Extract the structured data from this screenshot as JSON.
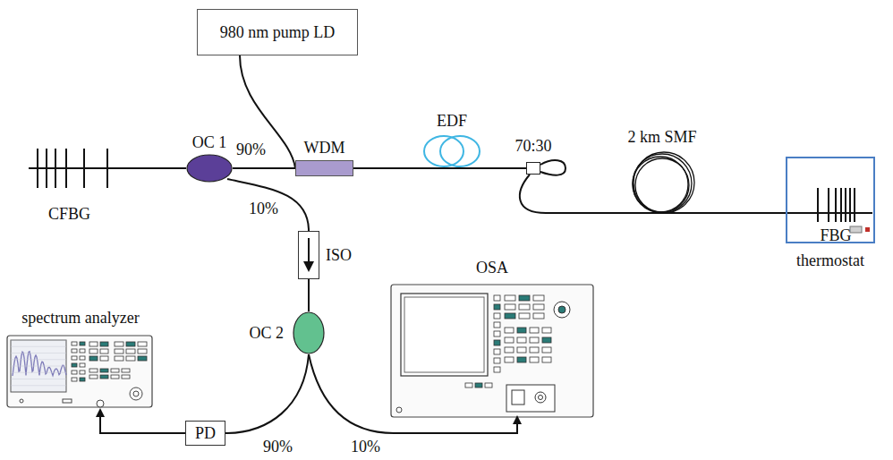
{
  "diagram": {
    "nodes": [
      {
        "text": [
          "980 nm pump LD"
        ]
      },
      {
        "text": [
          "CFBG"
        ]
      },
      {
        "text": [
          "OC 1"
        ]
      },
      {
        "text": [
          "WDM"
        ]
      },
      {
        "text": [
          "EDF"
        ]
      },
      {
        "text": [
          "70:30"
        ]
      },
      {
        "text": [
          "2 km SMF"
        ]
      },
      {
        "text": [
          "thermostat"
        ]
      },
      {
        "text": [
          "FBG"
        ],
        "in": 7
      },
      {
        "text": [
          "ISO"
        ]
      },
      {
        "text": [
          "OC 2"
        ]
      },
      {
        "text": [
          "spectrum analyzer"
        ]
      },
      {
        "text": [
          "OSA"
        ]
      },
      {
        "text": [
          "PD"
        ]
      }
    ],
    "edges": [
      {
        "from": 1,
        "to": 2,
        "arrow": "none"
      },
      {
        "from": 2,
        "to": 3,
        "label": "90%",
        "arrow": "none"
      },
      {
        "from": 0,
        "to": 3,
        "arrow": "none"
      },
      {
        "from": 3,
        "to": 4,
        "arrow": "none"
      },
      {
        "from": 4,
        "to": 5,
        "arrow": "none"
      },
      {
        "from": 5,
        "to": 6,
        "arrow": "none"
      },
      {
        "from": 6,
        "to": 8,
        "arrow": "none"
      },
      {
        "from": 2,
        "to": 9,
        "label": "10%",
        "arrow": "none"
      },
      {
        "from": 9,
        "to": 10,
        "arrow": "none"
      },
      {
        "from": 10,
        "to": 13,
        "label": "90%",
        "arrow": "none"
      },
      {
        "from": 13,
        "to": 11,
        "arrow": "to"
      },
      {
        "from": 10,
        "to": 12,
        "label": "10%",
        "arrow": "to"
      }
    ]
  }
}
